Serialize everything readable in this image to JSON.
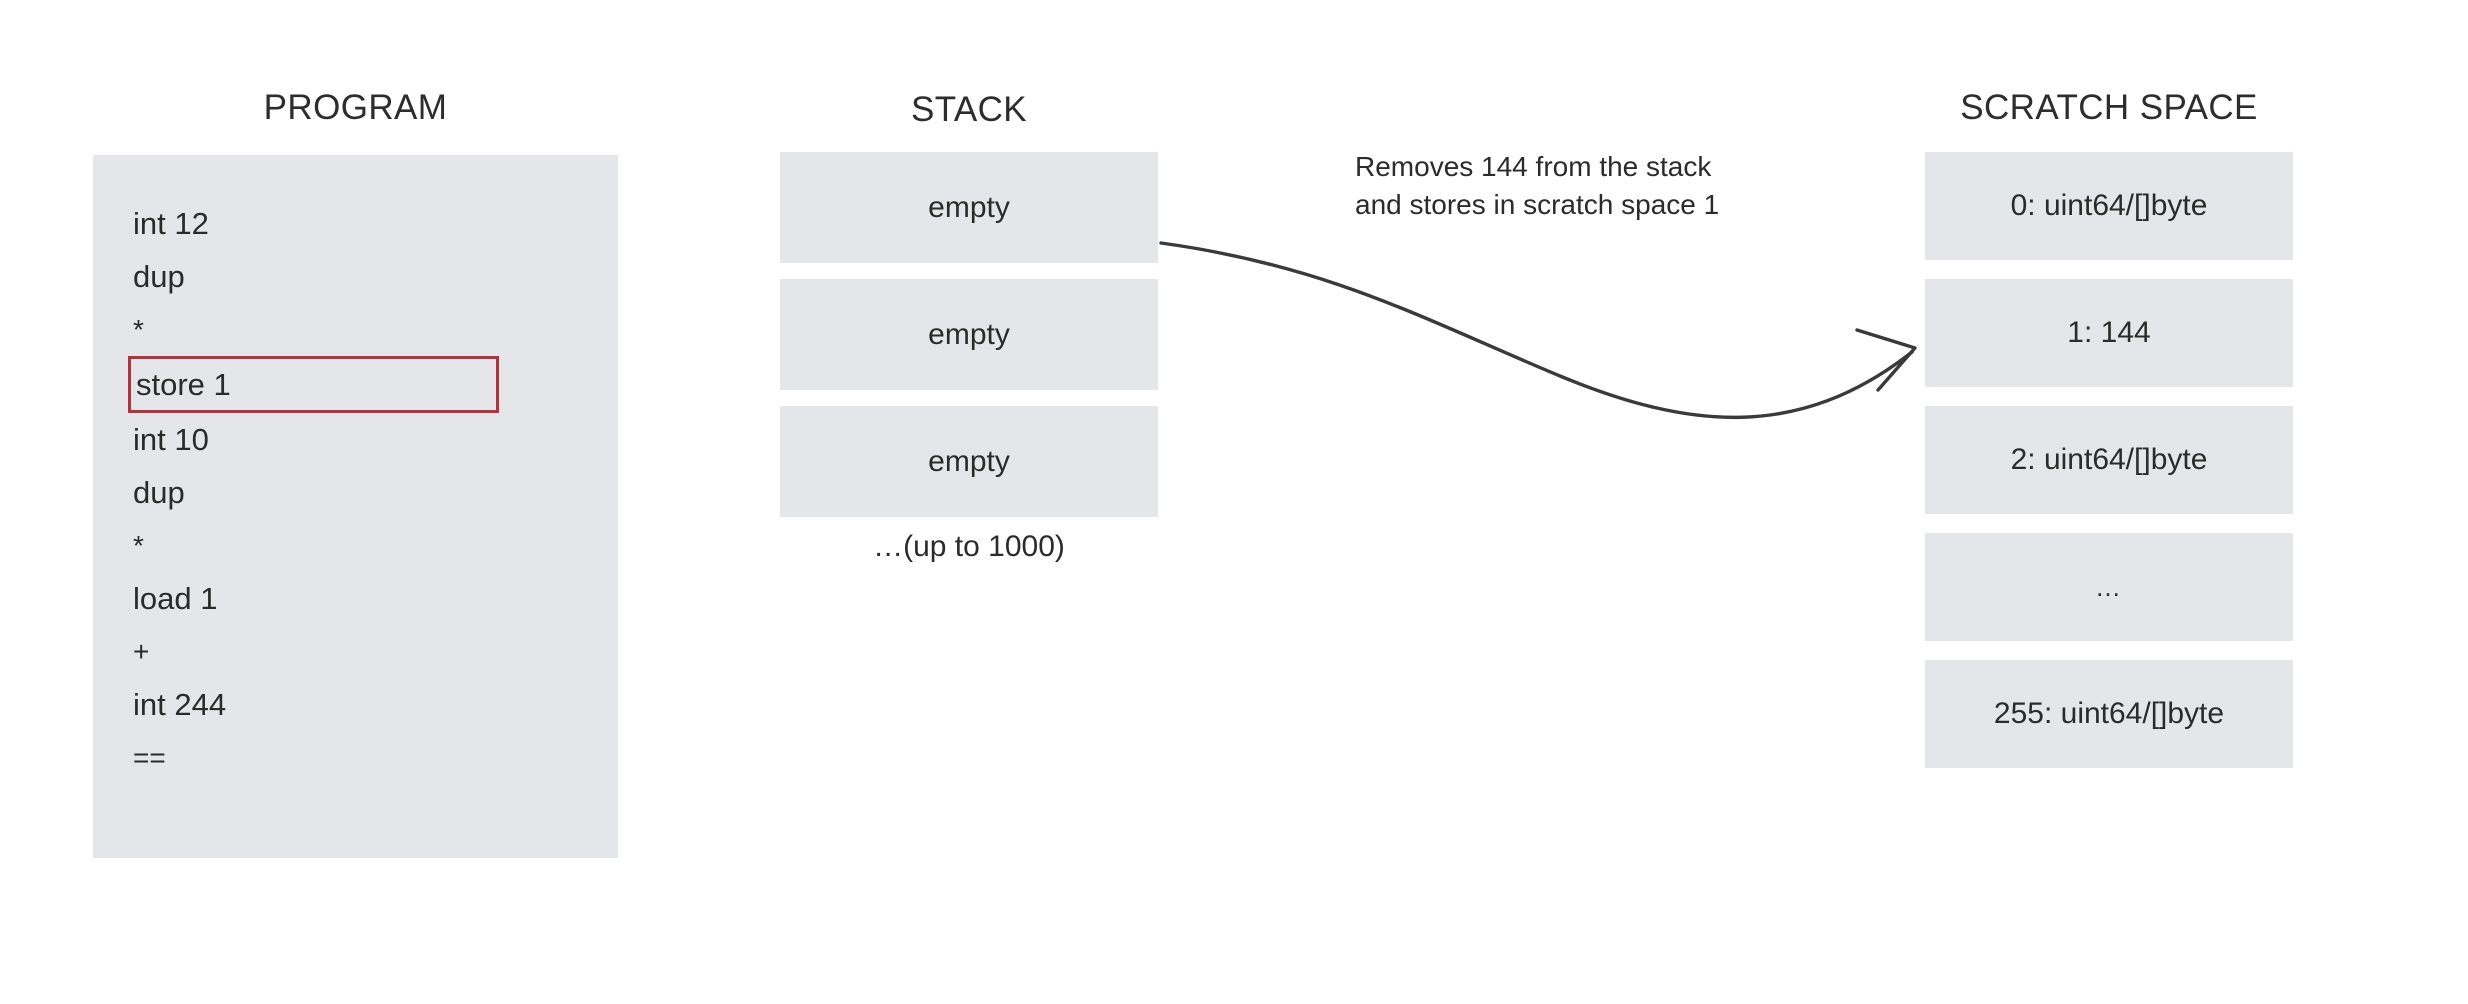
{
  "columns": {
    "program": {
      "title": "PROGRAM",
      "lines": [
        {
          "text": "int 12",
          "highlighted": false
        },
        {
          "text": "dup",
          "highlighted": false
        },
        {
          "text": "*",
          "highlighted": false
        },
        {
          "text": "store 1",
          "highlighted": true
        },
        {
          "text": "int 10",
          "highlighted": false
        },
        {
          "text": "dup",
          "highlighted": false
        },
        {
          "text": "*",
          "highlighted": false
        },
        {
          "text": "load 1",
          "highlighted": false
        },
        {
          "text": "+",
          "highlighted": false
        },
        {
          "text": "int 244",
          "highlighted": false
        },
        {
          "text": "==",
          "highlighted": false
        }
      ],
      "highlight_color": "#a03b44"
    },
    "stack": {
      "title": "STACK",
      "slots": [
        {
          "label": "empty"
        },
        {
          "label": "empty"
        },
        {
          "label": "empty"
        }
      ],
      "footnote": "…(up to 1000)"
    },
    "scratch": {
      "title": "SCRATCH SPACE",
      "slots": [
        {
          "label": "0: uint64/[]byte"
        },
        {
          "label": "1: 144"
        },
        {
          "label": "2: uint64/[]byte"
        },
        {
          "label": "…"
        },
        {
          "label": "255: uint64/[]byte"
        }
      ]
    }
  },
  "annotation": {
    "line1": "Removes 144 from the stack",
    "line2": "and stores in scratch space 1"
  },
  "theme": {
    "background": "#ffffff",
    "slot_fill": "#e4e6e9",
    "text": "#2b2b2b",
    "accent_red": "#a03b44",
    "arrow_stroke": "#3a3a3a"
  }
}
